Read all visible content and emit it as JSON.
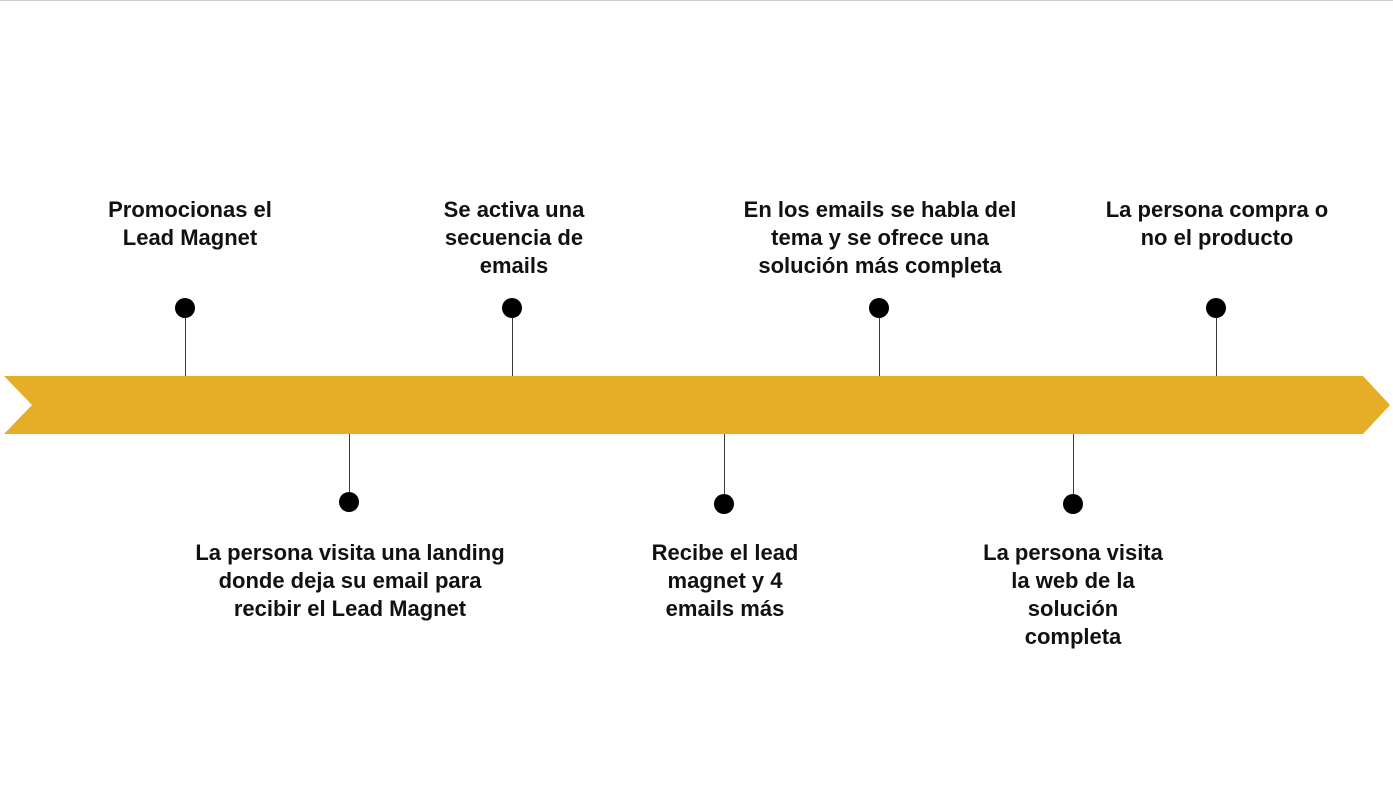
{
  "colors": {
    "arrow": "#E6AD26",
    "dot": "#000000",
    "stem": "#3A3A3A",
    "text": "#111111"
  },
  "steps": [
    {
      "text": "Promocionas el\nLead Magnet",
      "side": "top"
    },
    {
      "text": "La persona visita una landing\ndonde deja su email para\nrecibir el Lead Magnet",
      "side": "bottom"
    },
    {
      "text": "Se activa una\nsecuencia de\nemails",
      "side": "top"
    },
    {
      "text": "Recibe el lead\nmagnet y 4\nemails más",
      "side": "bottom"
    },
    {
      "text": "En los emails se habla del\ntema y se ofrece una\nsolución más completa",
      "side": "top"
    },
    {
      "text": "La persona visita\nla web de la\nsolución\ncompleta",
      "side": "bottom"
    },
    {
      "text": "La persona compra o\nno el producto",
      "side": "top"
    }
  ]
}
